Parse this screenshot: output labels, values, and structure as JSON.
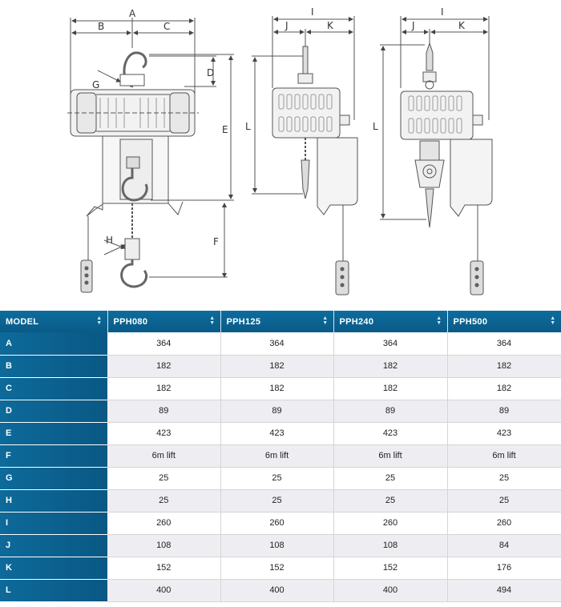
{
  "drawing": {
    "front_labels": [
      "A",
      "B",
      "C",
      "D",
      "E",
      "F",
      "G",
      "H"
    ],
    "side1_labels": [
      "I",
      "J",
      "K",
      "L"
    ],
    "side2_labels": [
      "I",
      "J",
      "K",
      "L"
    ]
  },
  "table": {
    "headers": [
      "MODEL",
      "PPH080",
      "PPH125",
      "PPH240",
      "PPH500"
    ],
    "rows": [
      {
        "label": "A",
        "values": [
          "364",
          "364",
          "364",
          "364"
        ]
      },
      {
        "label": "B",
        "values": [
          "182",
          "182",
          "182",
          "182"
        ]
      },
      {
        "label": "C",
        "values": [
          "182",
          "182",
          "182",
          "182"
        ]
      },
      {
        "label": "D",
        "values": [
          "89",
          "89",
          "89",
          "89"
        ]
      },
      {
        "label": "E",
        "values": [
          "423",
          "423",
          "423",
          "423"
        ]
      },
      {
        "label": "F",
        "values": [
          "6m lift",
          "6m lift",
          "6m lift",
          "6m lift"
        ]
      },
      {
        "label": "G",
        "values": [
          "25",
          "25",
          "25",
          "25"
        ]
      },
      {
        "label": "H",
        "values": [
          "25",
          "25",
          "25",
          "25"
        ]
      },
      {
        "label": "I",
        "values": [
          "260",
          "260",
          "260",
          "260"
        ]
      },
      {
        "label": "J",
        "values": [
          "108",
          "108",
          "108",
          "84"
        ]
      },
      {
        "label": "K",
        "values": [
          "152",
          "152",
          "152",
          "176"
        ]
      },
      {
        "label": "L",
        "values": [
          "400",
          "400",
          "400",
          "494"
        ]
      }
    ]
  }
}
